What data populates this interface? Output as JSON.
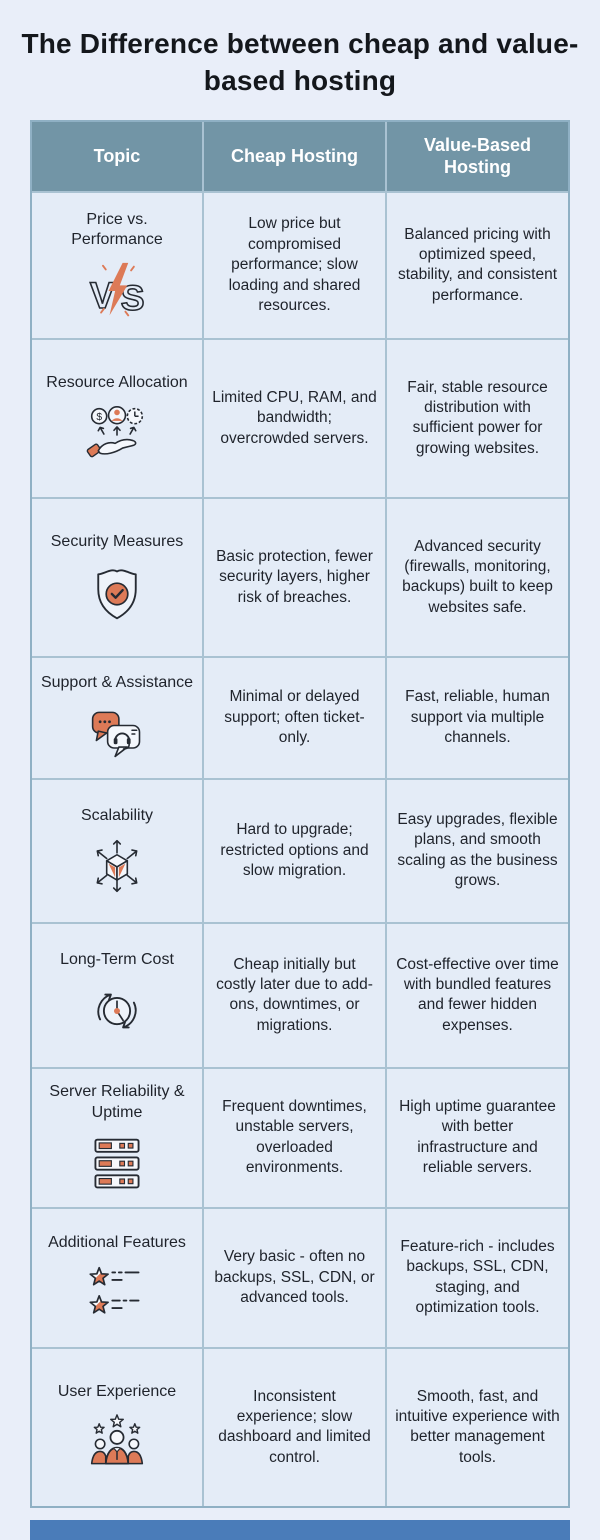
{
  "title": "The Difference between cheap and value-based hosting",
  "colors": {
    "page_bg": "#e9eef9",
    "cell_bg": "#e4ecf7",
    "header_bg": "#7295a6",
    "border": "#a9c2d2",
    "accent_orange": "#dd7a57",
    "ink": "#262b33",
    "footer_bar": "#4a7cb9"
  },
  "table": {
    "headers": [
      "Topic",
      "Cheap Hosting",
      "Value-Based Hosting"
    ],
    "rows": [
      {
        "topic": "Price vs. Performance",
        "icon": "vs-icon",
        "cheap": "Low price but compromised performance; slow loading and shared resources.",
        "value": "Balanced pricing with optimized speed, stability, and consistent performance."
      },
      {
        "topic": "Resource Allocation",
        "icon": "resource-allocation-icon",
        "cheap": "Limited CPU, RAM, and bandwidth; overcrowded servers.",
        "value": "Fair, stable resource distribution with sufficient power for growing websites."
      },
      {
        "topic": "Security Measures",
        "icon": "shield-check-icon",
        "cheap": "Basic protection, fewer security layers, higher risk of breaches.",
        "value": "Advanced security (firewalls, monitoring, backups) built to keep websites safe."
      },
      {
        "topic": "Support & Assistance",
        "icon": "support-chat-icon",
        "cheap": "Minimal or delayed support; often ticket-only.",
        "value": "Fast, reliable, human support via multiple channels."
      },
      {
        "topic": "Scalability",
        "icon": "scalability-cube-icon",
        "cheap": "Hard to upgrade; restricted options and slow migration.",
        "value": "Easy upgrades, flexible plans, and smooth scaling as the business grows."
      },
      {
        "topic": "Long-Term Cost",
        "icon": "time-cost-icon",
        "cheap": "Cheap initially but costly later due to add-ons, downtimes, or migrations.",
        "value": "Cost-effective over time with bundled features and fewer hidden expenses."
      },
      {
        "topic": "Server Reliability & Uptime",
        "icon": "server-stack-icon",
        "cheap": "Frequent downtimes, unstable servers, overloaded environments.",
        "value": "High uptime guarantee with better infrastructure and reliable servers."
      },
      {
        "topic": "Additional Features",
        "icon": "feature-list-icon",
        "cheap": "Very basic - often no backups, SSL, CDN, or advanced tools.",
        "value": "Feature-rich - includes backups, SSL, CDN, staging, and optimization tools."
      },
      {
        "topic": "User Experience",
        "icon": "team-stars-icon",
        "cheap": "Inconsistent experience; slow dashboard and limited control.",
        "value": "Smooth, fast, and intuitive experience with better management tools."
      }
    ]
  }
}
